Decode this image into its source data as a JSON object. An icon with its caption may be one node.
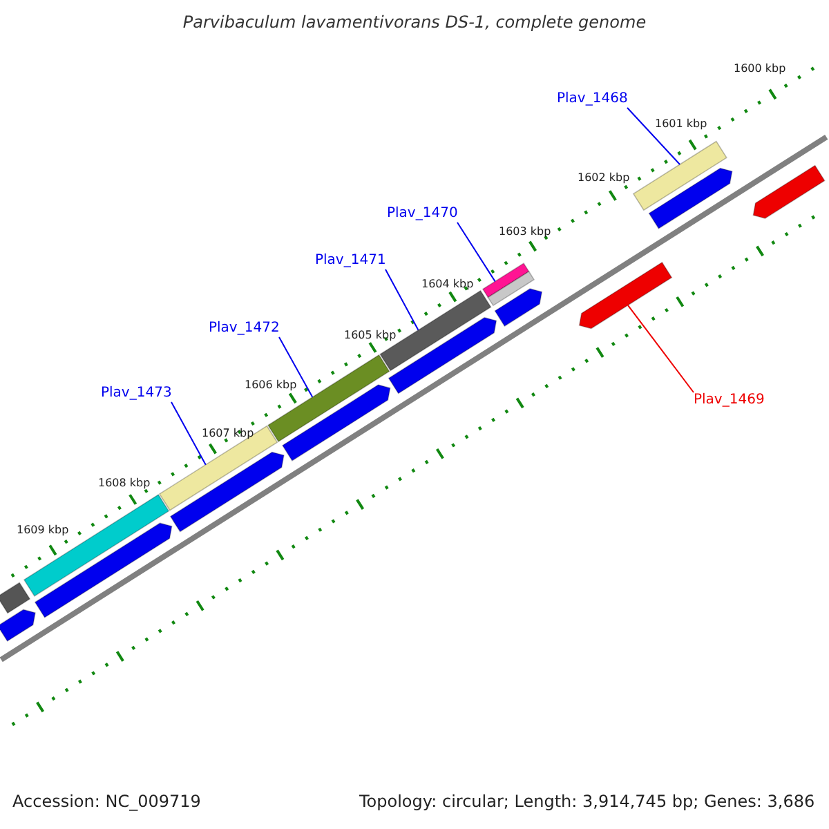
{
  "diagram": {
    "title": "Parvibaculum lavamentivorans DS-1, complete genome",
    "nodes": [
      {
        "text": [
          "Plav_1468"
        ]
      },
      {
        "text": [
          "Plav_1470"
        ]
      },
      {
        "text": [
          "Plav_1471"
        ]
      },
      {
        "text": [
          "Plav_1472"
        ]
      },
      {
        "text": [
          "Plav_1473"
        ]
      },
      {
        "text": [
          "Plav_1469"
        ]
      },
      {
        "text": [],
        "shape": "bar"
      },
      {
        "text": [],
        "shape": "bar"
      },
      {
        "text": [],
        "shape": "bar"
      },
      {
        "text": [],
        "shape": "bar"
      },
      {
        "text": [],
        "shape": "bar"
      },
      {
        "text": [],
        "shape": "bar"
      },
      {
        "text": [],
        "shape": "bar"
      },
      {
        "text": [],
        "shape": "bar"
      },
      {
        "text": [],
        "shape": "arrow"
      },
      {
        "text": [],
        "shape": "arrow"
      },
      {
        "text": [],
        "shape": "arrow"
      },
      {
        "text": [],
        "shape": "arrow"
      },
      {
        "text": [],
        "shape": "arrow"
      },
      {
        "text": [],
        "shape": "arrow"
      },
      {
        "text": [],
        "shape": "arrow"
      },
      {
        "text": [],
        "shape": "arrow"
      },
      {
        "text": [],
        "shape": "arrow"
      }
    ],
    "edges": [
      {
        "from": 0,
        "to": 13,
        "arrow": "none"
      },
      {
        "from": 1,
        "to": 11,
        "arrow": "none"
      },
      {
        "from": 2,
        "to": 10,
        "arrow": "none"
      },
      {
        "from": 3,
        "to": 9,
        "arrow": "none"
      },
      {
        "from": 4,
        "to": 8,
        "arrow": "none"
      },
      {
        "from": 5,
        "to": 21,
        "arrow": "none",
        "color": "#ee0000"
      }
    ],
    "labels": [
      "1600 kbp",
      "1601 kbp",
      "1602 kbp",
      "1603 kbp",
      "1604 kbp",
      "1605 kbp",
      "1606 kbp",
      "1607 kbp",
      "1608 kbp",
      "1609 kbp",
      "Accession: NC_009719",
      "Topology: circular; Length: 3,914,745 bp; Genes: 3,686"
    ]
  }
}
